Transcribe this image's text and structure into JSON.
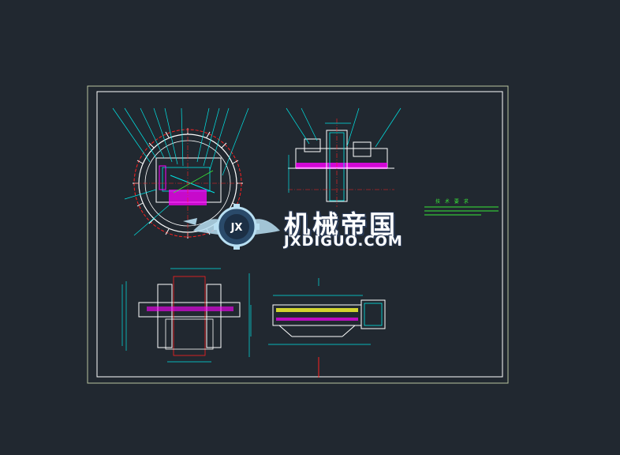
{
  "watermark": {
    "title": "机械帝国",
    "domain": "JXDIGUO.COM",
    "emblem_text": "JX"
  },
  "drawing": {
    "note_title": "技 术 要 求"
  },
  "colors": {
    "background": "#212830",
    "frame": "#b9c3a0",
    "line_white": "#ffffff",
    "line_cyan": "#00e5e5",
    "line_magenta": "#ff00ff",
    "line_red": "#ff2020",
    "line_yellow": "#ffff30",
    "line_green": "#38e838"
  }
}
